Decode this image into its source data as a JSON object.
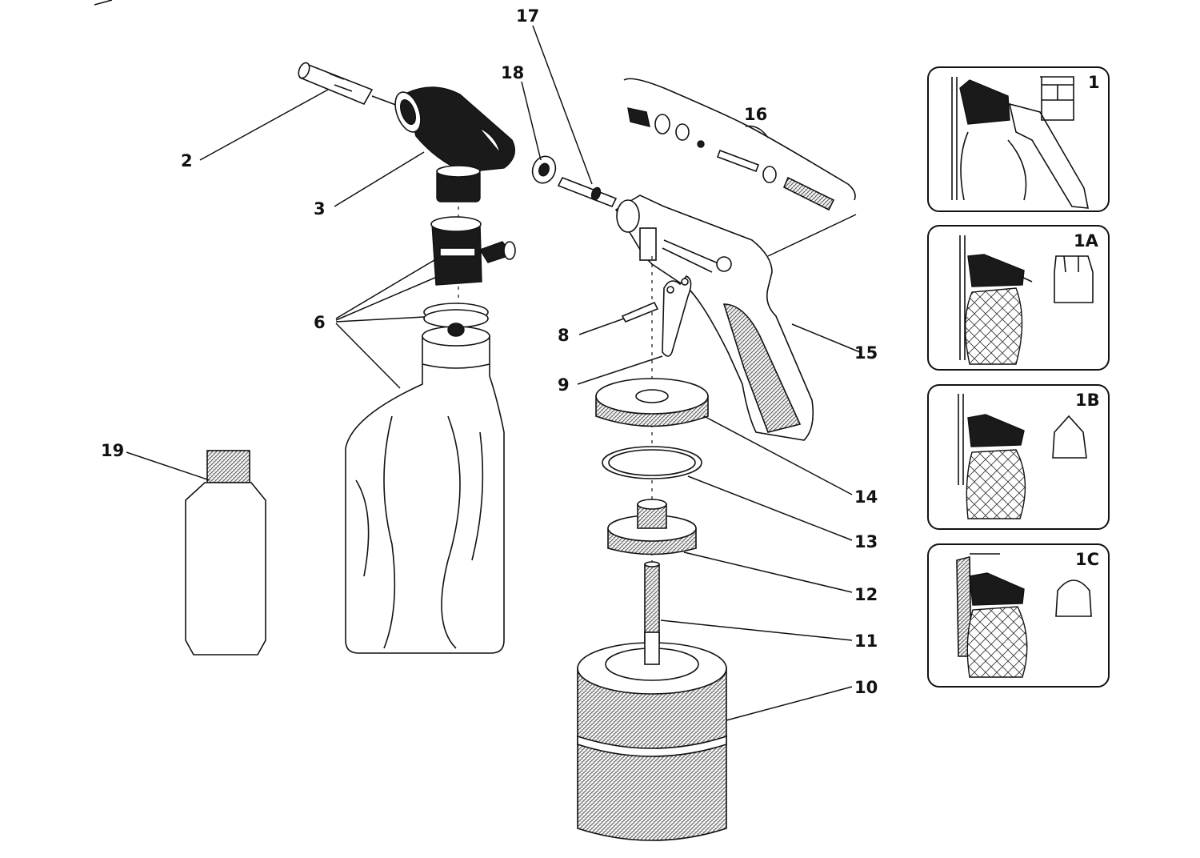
{
  "diagram": {
    "part_labels": {
      "p2": "2",
      "p3": "3",
      "p6": "6",
      "p8": "8",
      "p9": "9",
      "p10": "10",
      "p11": "11",
      "p12": "12",
      "p13": "13",
      "p14": "14",
      "p15": "15",
      "p16": "16",
      "p17": "17",
      "p18": "18",
      "p19": "19"
    },
    "insets": [
      {
        "label": "1"
      },
      {
        "label": "1A"
      },
      {
        "label": "1B"
      },
      {
        "label": "1C"
      }
    ]
  }
}
